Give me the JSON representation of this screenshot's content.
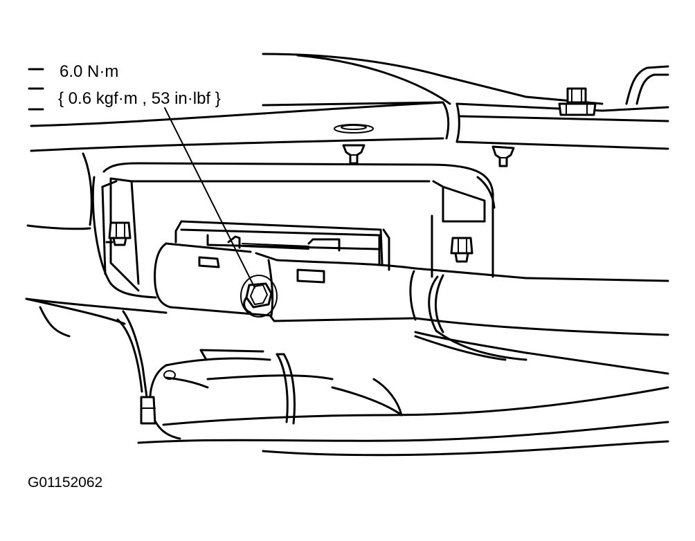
{
  "callout": {
    "torque_nm": "6.0 N·m",
    "torque_alt": "{ 0.6  kgf·m , 53 in·lbf }"
  },
  "figure": {
    "id": "G01152062"
  },
  "colors": {
    "line": "#000000",
    "background": "#ffffff"
  }
}
